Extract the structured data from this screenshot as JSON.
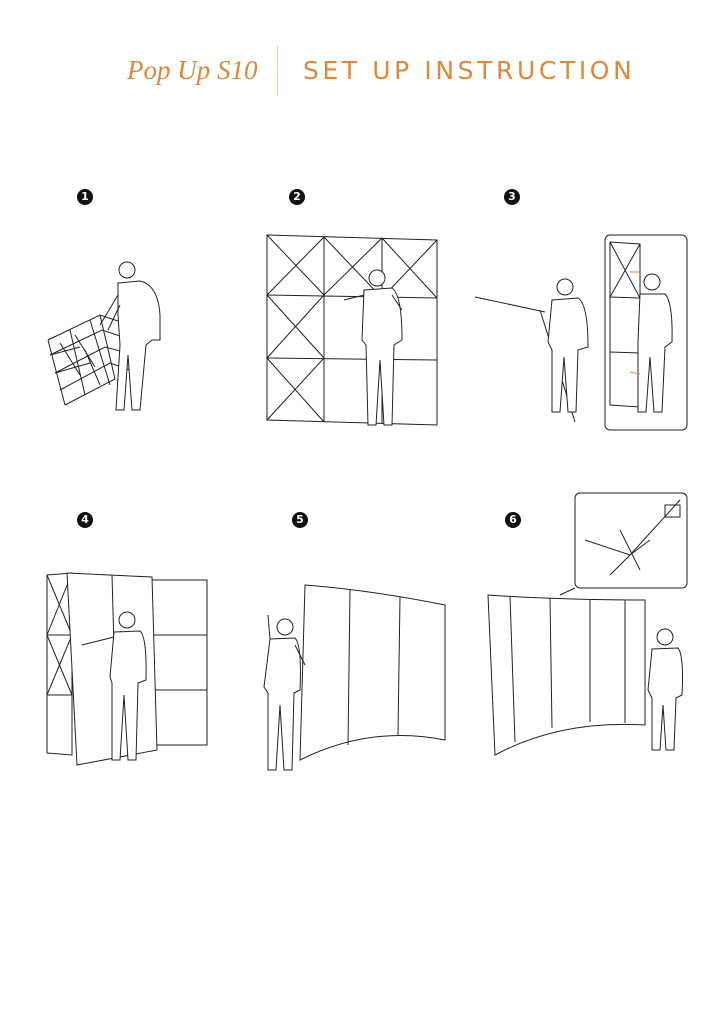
{
  "header": {
    "brand": "Pop Up S10",
    "title": "SET UP INSTRUCTION",
    "accent_color": "#e0873a"
  },
  "steps": [
    {
      "number": "1"
    },
    {
      "number": "2"
    },
    {
      "number": "3"
    },
    {
      "number": "4"
    },
    {
      "number": "5"
    },
    {
      "number": "6"
    }
  ]
}
